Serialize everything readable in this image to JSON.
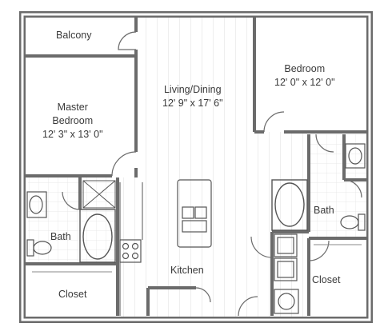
{
  "rooms": {
    "balcony": {
      "name": "Balcony"
    },
    "living_dining": {
      "name": "Living/Dining",
      "dims": "12' 9\" x 17' 6\""
    },
    "bedroom": {
      "name": "Bedroom",
      "dims": "12' 0\" x 12' 0\""
    },
    "master_bedroom": {
      "name_line1": "Master",
      "name_line2": "Bedroom",
      "dims": "12' 3\" x 13' 0\""
    },
    "kitchen": {
      "name": "Kitchen"
    },
    "bath_left": {
      "name": "Bath"
    },
    "bath_right": {
      "name": "Bath"
    },
    "closet_left": {
      "name": "Closet"
    },
    "closet_right": {
      "name": "Closet"
    }
  },
  "colors": {
    "wall": "#6b6b6b",
    "wall_inner": "#ffffff",
    "floor_wood": "#d9d9d9",
    "fixture": "#555555",
    "background": "#ffffff"
  }
}
